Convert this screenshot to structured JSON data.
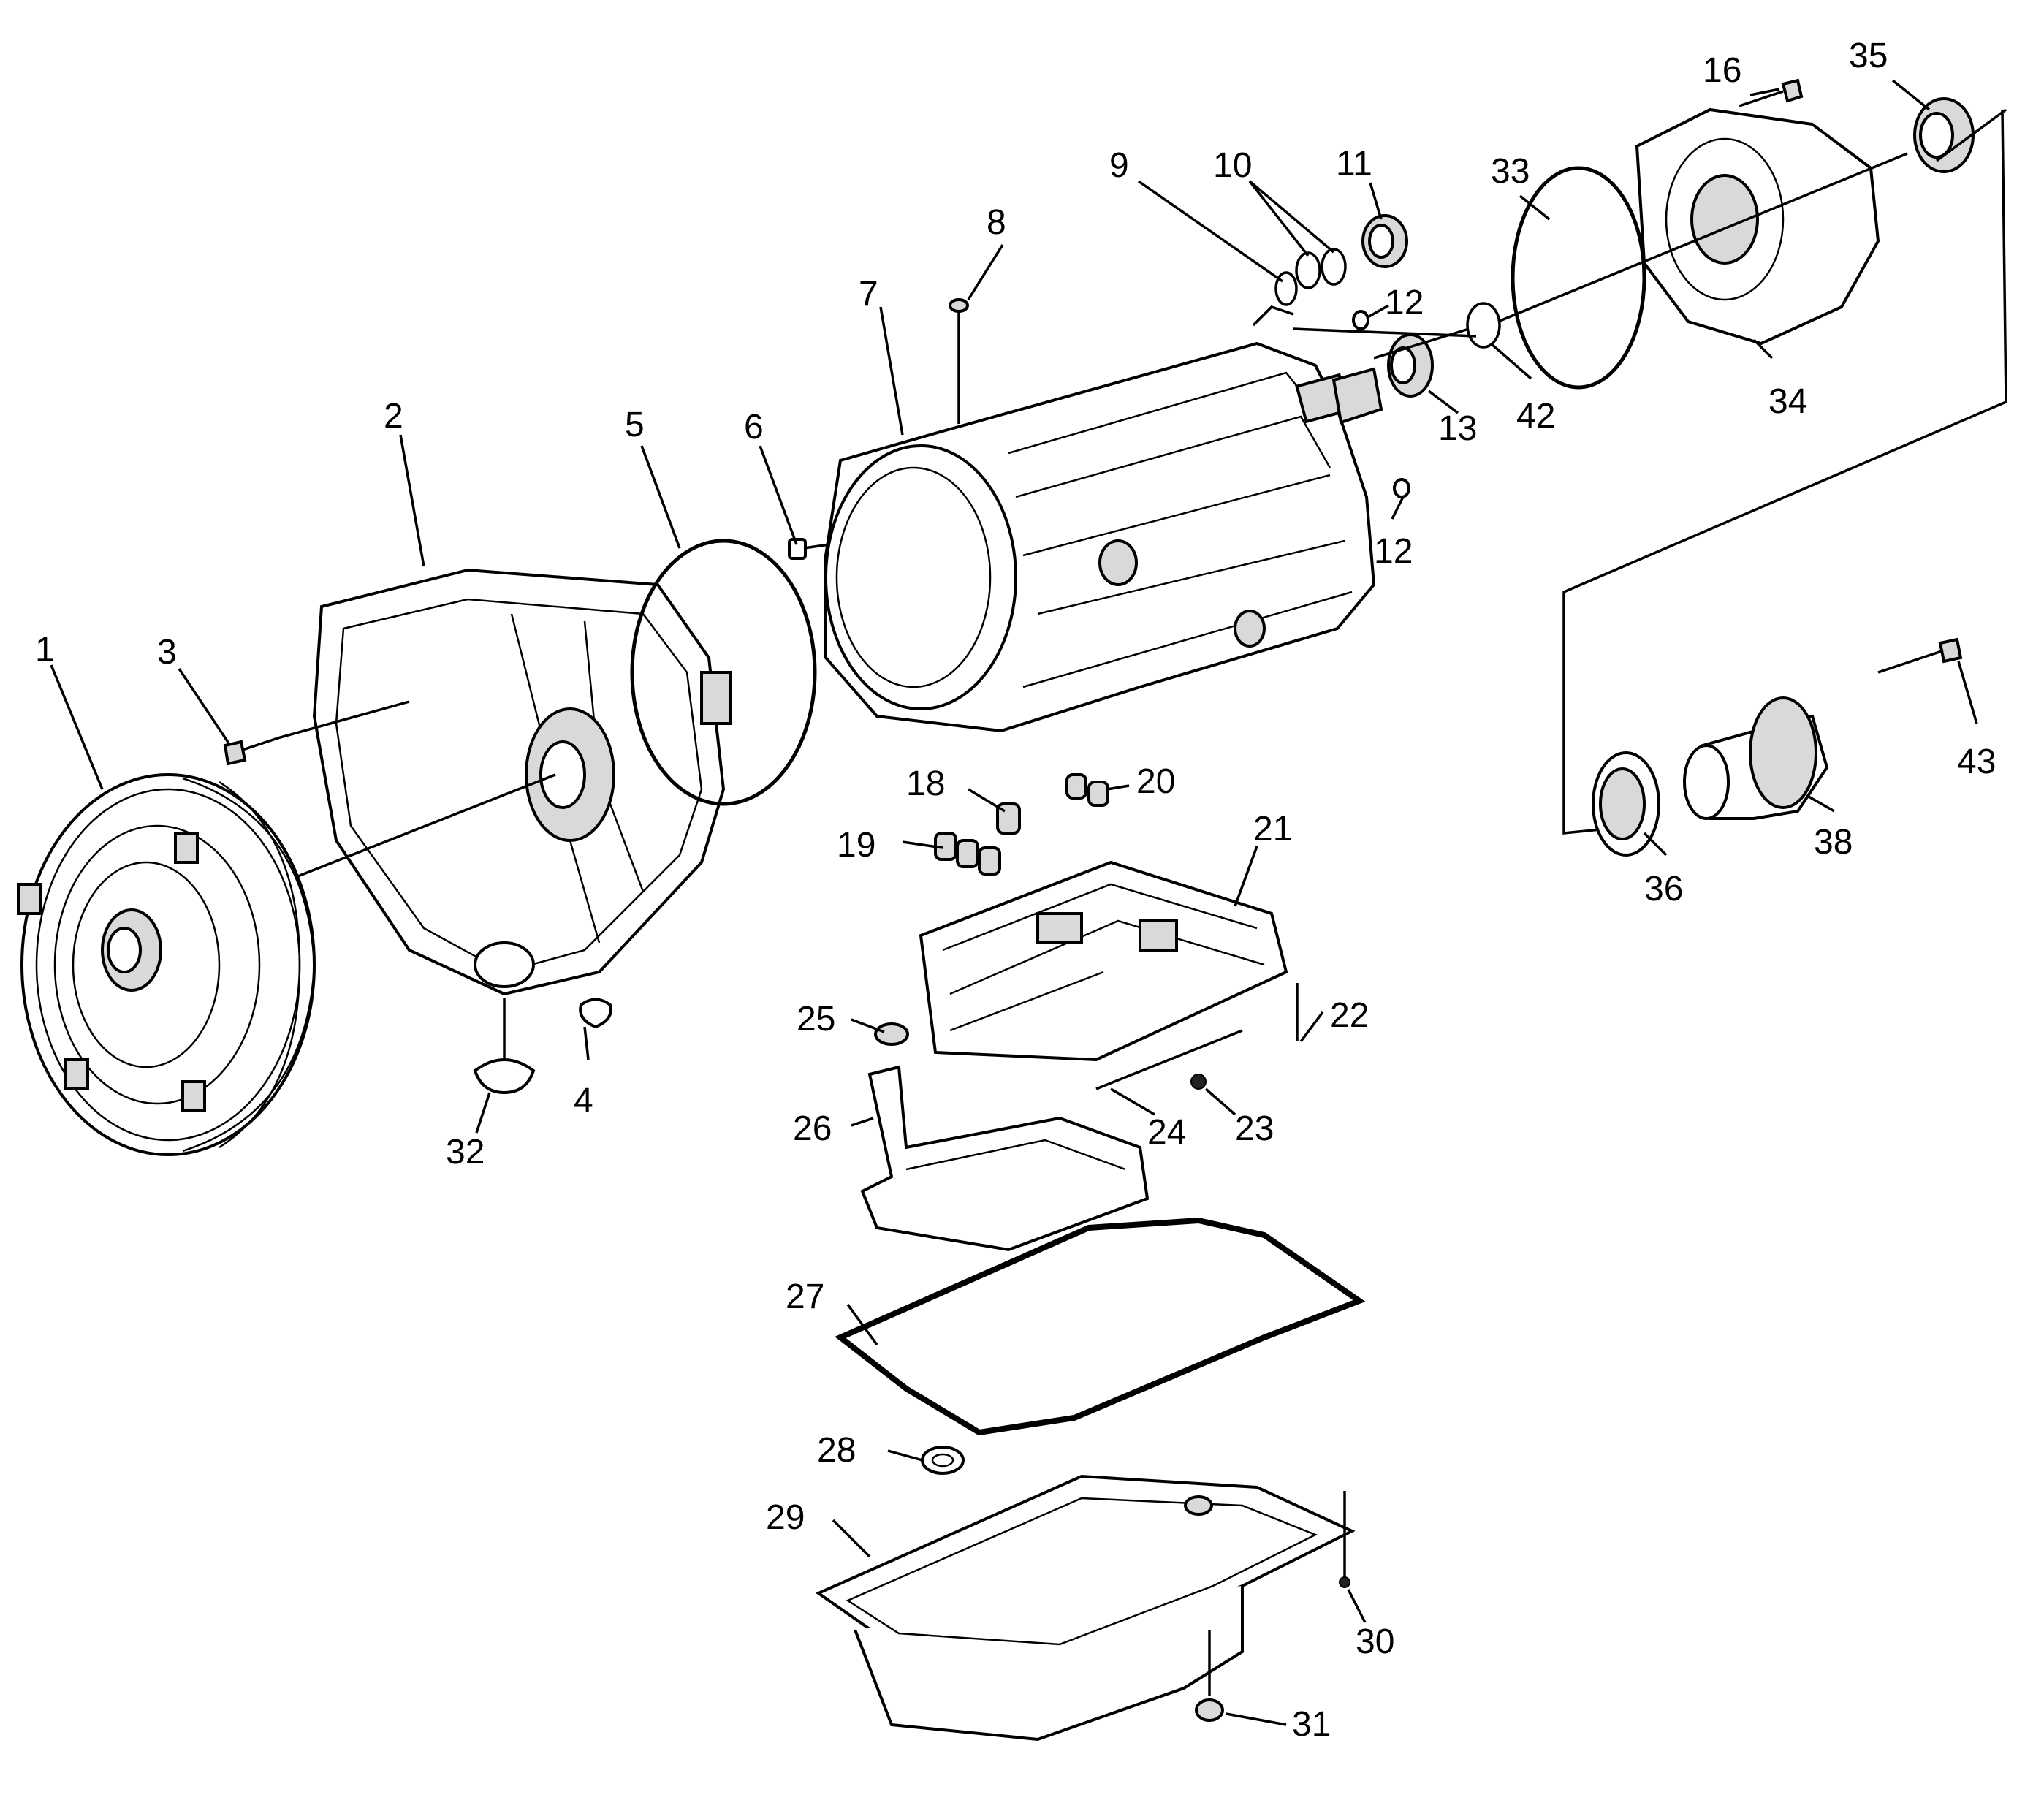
{
  "labels": {
    "l1": "1",
    "l2": "2",
    "l3": "3",
    "l4": "4",
    "l5": "5",
    "l6": "6",
    "l7": "7",
    "l8": "8",
    "l9": "9",
    "l10": "10",
    "l11": "11",
    "l12a": "12",
    "l12b": "12",
    "l13": "13",
    "l16": "16",
    "l18": "18",
    "l19": "19",
    "l20": "20",
    "l21": "21",
    "l22": "22",
    "l23": "23",
    "l24": "24",
    "l25": "25",
    "l26": "26",
    "l27": "27",
    "l28": "28",
    "l29": "29",
    "l30": "30",
    "l31": "31",
    "l32": "32",
    "l33": "33",
    "l34": "34",
    "l35": "35",
    "l36": "36",
    "l38": "38",
    "l42": "42",
    "l43": "43"
  }
}
